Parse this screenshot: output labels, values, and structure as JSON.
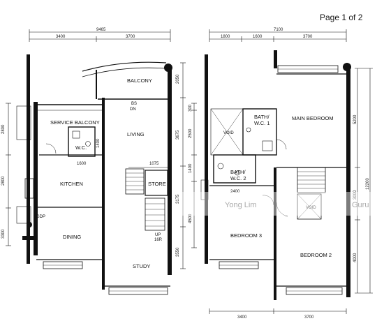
{
  "header": {
    "page_label": "Page 1 of 2"
  },
  "watermark": {
    "agent_name": "Yong Lim",
    "brand": "Guru"
  },
  "left_plan": {
    "dims_top": {
      "total": "9465",
      "seg1": "3400",
      "seg2": "3700"
    },
    "dims_left": [
      "2800",
      "2800",
      "3300"
    ],
    "dims_right": [
      "2050",
      "3675",
      "3175",
      "3550"
    ],
    "dims_inner": {
      "wc_w": "1600",
      "wc_h": "1400",
      "stair_w": "1075"
    },
    "rooms": {
      "balcony": "BALCONY",
      "service_balcony": "SERVICE BALCONY",
      "living": "LIVING",
      "wc": "W.C.",
      "kitchen": "KITCHEN",
      "store": "STORE",
      "dining": "DINING",
      "study": "STUDY"
    },
    "notes": {
      "gdp": "GDP",
      "bs": "BS",
      "up": "UP",
      "risers": "16R",
      "dn": "DN"
    }
  },
  "right_plan": {
    "dims_top": {
      "total": "7100",
      "seg1": "1800",
      "seg2": "1600",
      "seg3": "3700"
    },
    "dims_left": [
      "300",
      "2500",
      "1400",
      "4500"
    ],
    "dims_right_inner": [
      "5200",
      "3000",
      "4000"
    ],
    "dims_right_outer": "12200",
    "dims_bottom": {
      "seg1": "3400",
      "seg2": "3700"
    },
    "dims_inner": {
      "bath2_w": "2400"
    },
    "rooms": {
      "main_bedroom": "MAIN BEDROOM",
      "bath1_a": "BATH/",
      "bath1_b": "W.C. 1",
      "bath2_a": "BATH/",
      "bath2_b": "W.C. 2",
      "bedroom3": "BEDROOM 3",
      "bedroom2": "BEDROOM 2"
    },
    "notes": {
      "void1": "VOID",
      "void2": "VOID"
    }
  }
}
